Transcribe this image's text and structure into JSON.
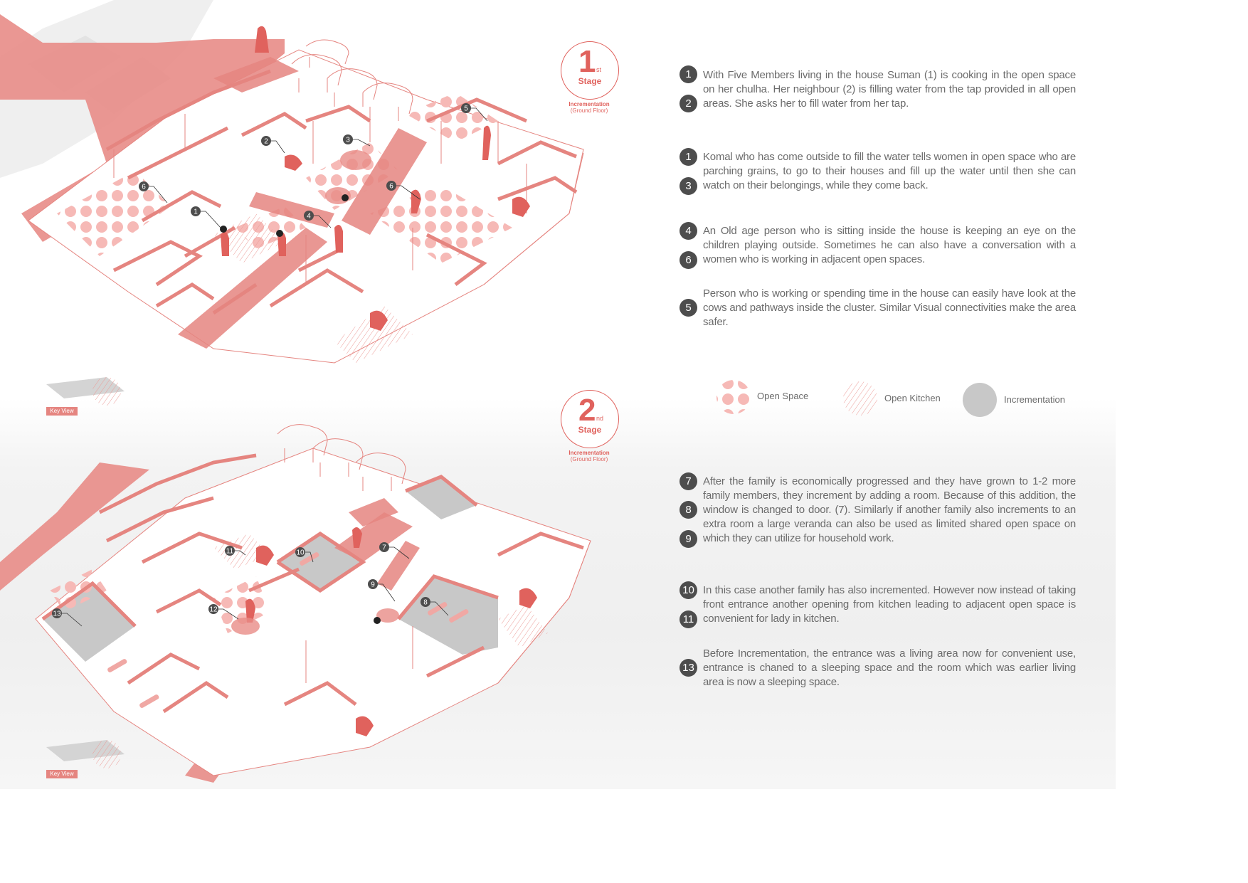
{
  "stages": [
    {
      "number": "1",
      "superscript": "st",
      "word": "Stage",
      "caption_bold": "Incrementation",
      "caption_sub": "(Ground Floor)"
    },
    {
      "number": "2",
      "superscript": "nd",
      "word": "Stage",
      "caption_bold": "Incrementation",
      "caption_sub": "(Ground Floor)"
    }
  ],
  "key_view_label": "Key View",
  "callouts_stage1": [
    "1",
    "2",
    "3",
    "4",
    "5",
    "6",
    "6"
  ],
  "callouts_stage2": [
    "7",
    "8",
    "9",
    "10",
    "11",
    "12",
    "13"
  ],
  "notes": [
    {
      "markers": [
        "1",
        "2"
      ],
      "text": "With Five Members living in the house Suman (1) is cooking in the open space on her chulha. Her neighbour (2) is filling water from the tap provided in all open areas. She asks her to fill water from her tap."
    },
    {
      "markers": [
        "1",
        "3"
      ],
      "text": "Komal who has come outside to fill the water tells women in open space who are parching grains, to go to their houses and fill up the water until then she can watch on their belongings, while they come back."
    },
    {
      "markers": [
        "4",
        "6"
      ],
      "text": "An Old age person who is sitting inside the house is keeping an eye on the children playing outside. Sometimes he can also have a conversation with a women who is working in adjacent open spaces."
    },
    {
      "markers": [
        "5"
      ],
      "text": "Person who is working or spending time in the house can easily have look at the cows and pathways inside the cluster. Similar Visual connectivities make the area safer."
    },
    {
      "markers": [
        "7",
        "8",
        "9"
      ],
      "text": "After the family is economically progressed and they have grown to 1-2 more family members, they increment by adding a room. Because of this addition, the window is changed to door. (7). Similarly if another family also increments to an extra room a large veranda can also be used as limited shared open space on which they can utilize for household work."
    },
    {
      "markers": [
        "10",
        "11"
      ],
      "text": "In this case another family has also incremented. However now instead of taking front entrance another opening from kitchen leading to adjacent open space is convenient for lady in kitchen."
    },
    {
      "markers": [
        "13"
      ],
      "text": "Before Incrementation, the entrance was a living area now for convenient use, entrance is chaned to a sleeping space and the room which was earlier living area is now a sleeping space."
    }
  ],
  "legend": [
    {
      "label": "Open Space",
      "pattern": "dots",
      "color": "#f2a5a2"
    },
    {
      "label": "Open Kitchen",
      "pattern": "hatch",
      "color": "#f2a5a2"
    },
    {
      "label": "Incrementation",
      "pattern": "solid",
      "color": "#c8c8c8"
    }
  ],
  "colors": {
    "accent": "#e0625d",
    "wall": "#e58580",
    "marker": "#4d4d4d",
    "increment": "#c8c8c8"
  },
  "icons": [
    "cow-icon",
    "person-figure-icon",
    "wall-icon"
  ]
}
